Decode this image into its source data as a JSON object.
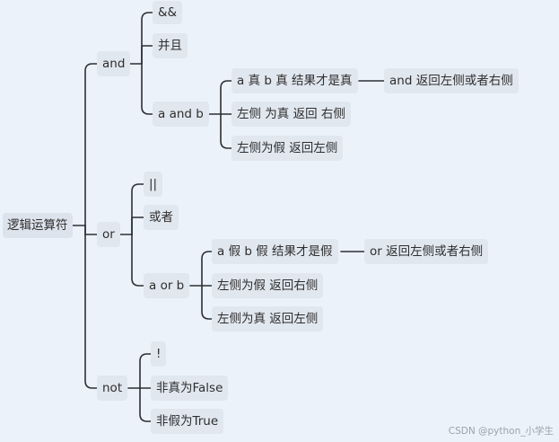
{
  "mindmap": {
    "root": "逻辑运算符",
    "and": {
      "label": "and",
      "c1": "&&",
      "c2": "并且",
      "c3": {
        "label": "a and b",
        "g1": "a 真 b 真 结果才是真",
        "g1_child": "and 返回左侧或者右侧",
        "g2": "左侧 为真 返回 右侧",
        "g3": "左侧为假  返回左侧"
      }
    },
    "or": {
      "label": "or",
      "c1": "||",
      "c2": "或者",
      "c3": {
        "label": "a or b",
        "g1": "a 假 b 假 结果才是假",
        "g1_child": "or 返回左侧或者右侧",
        "g2": "左侧为假  返回右侧",
        "g3": "左侧为真  返回左侧"
      }
    },
    "not": {
      "label": "not",
      "c1": "!",
      "c2": "非真为False",
      "c3": "非假为True"
    }
  },
  "watermark": "CSDN @python_小学生",
  "colors": {
    "background": "#ecf2fa",
    "node_fill": "#e1e7ef",
    "connector": "#2b3036"
  }
}
